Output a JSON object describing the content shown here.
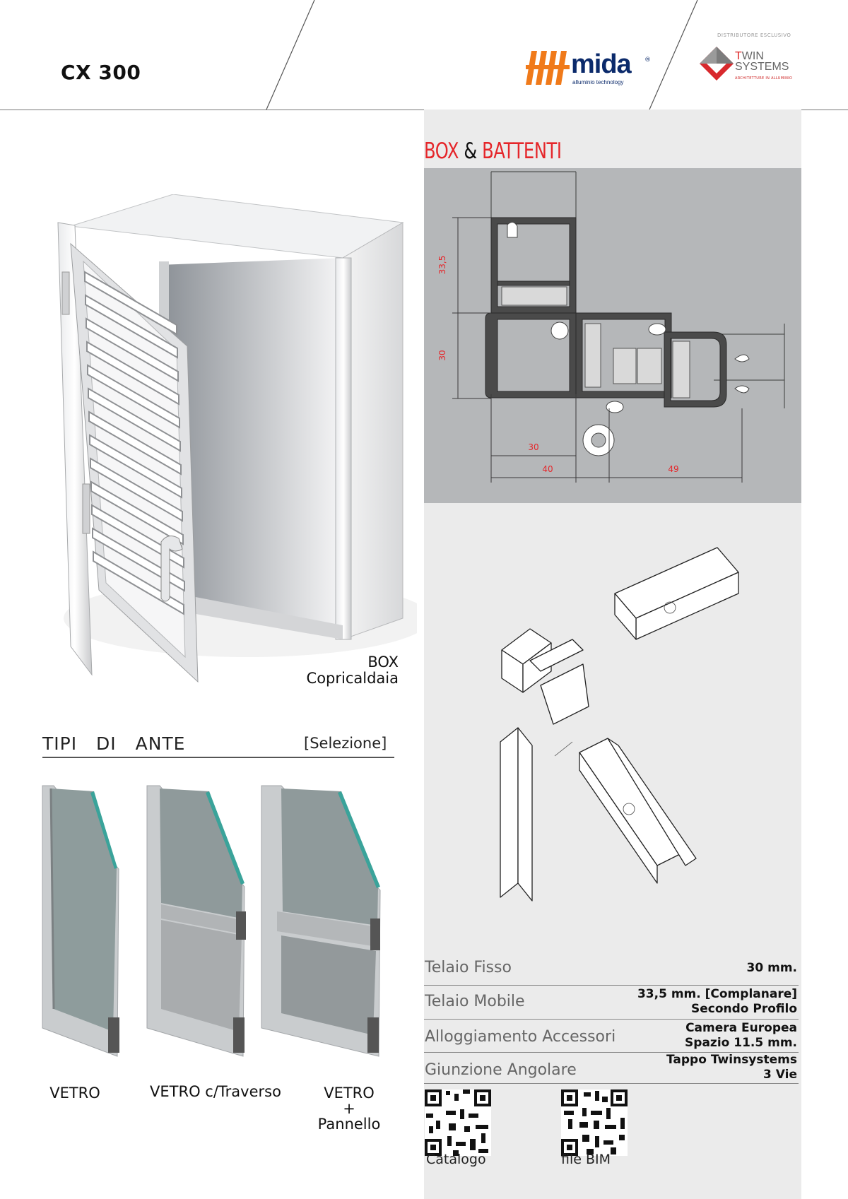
{
  "header": {
    "model": "CX 300",
    "mida": {
      "name": "mida",
      "registered": "®",
      "tagline": "alluminio technology"
    },
    "distributor_note": "DISTRIBUTORE ESCLUSIVO",
    "twin": {
      "line1_first": "T",
      "line1_rest": "WIN",
      "line2": "SYSTEMS",
      "tagline": "ARCHITETTURE IN ALLUMINIO"
    }
  },
  "section": {
    "title_part1": "BOX",
    "title_amp": " & ",
    "title_part2": "BATTENTI"
  },
  "drawing": {
    "dim_top_height": "33,5",
    "dim_mid_height": "30",
    "dim_bottom_30": "30",
    "dim_bottom_40": "40",
    "dim_bottom_49": "49"
  },
  "box": {
    "caption_line1": "BOX",
    "caption_line2": "Copricaldaia"
  },
  "types": {
    "heading": "TIPI DI ANTE",
    "note": "[Selezione]",
    "items": [
      {
        "line1": "VETRO",
        "line2": "",
        "line3": ""
      },
      {
        "line1": "VETRO c/Traverso",
        "line2": "",
        "line3": ""
      },
      {
        "line1": "VETRO",
        "line2": "+",
        "line3": "Pannello"
      }
    ]
  },
  "specs": [
    {
      "label": "Telaio Fisso",
      "value_line1": "30 mm.",
      "value_line2": ""
    },
    {
      "label": "Telaio Mobile",
      "value_line1": "33,5 mm. [Complanare]",
      "value_line2": "Secondo Profilo"
    },
    {
      "label": "Alloggiamento Accessori",
      "value_line1": "Camera Europea",
      "value_line2": "Spazio 11.5 mm."
    },
    {
      "label": "Giunzione Angolare",
      "value_line1": "Tappo Twinsystems",
      "value_line2": "3 Vie"
    }
  ],
  "qr": [
    {
      "label": "Catalogo"
    },
    {
      "label": "file BIM"
    }
  ],
  "colors": {
    "accent_red": "#e5262a",
    "panel_gray": "#b5b7b9",
    "column_bg": "#ebebeb",
    "mida_navy": "#0b2a6b",
    "mida_orange": "#f07a1a"
  }
}
